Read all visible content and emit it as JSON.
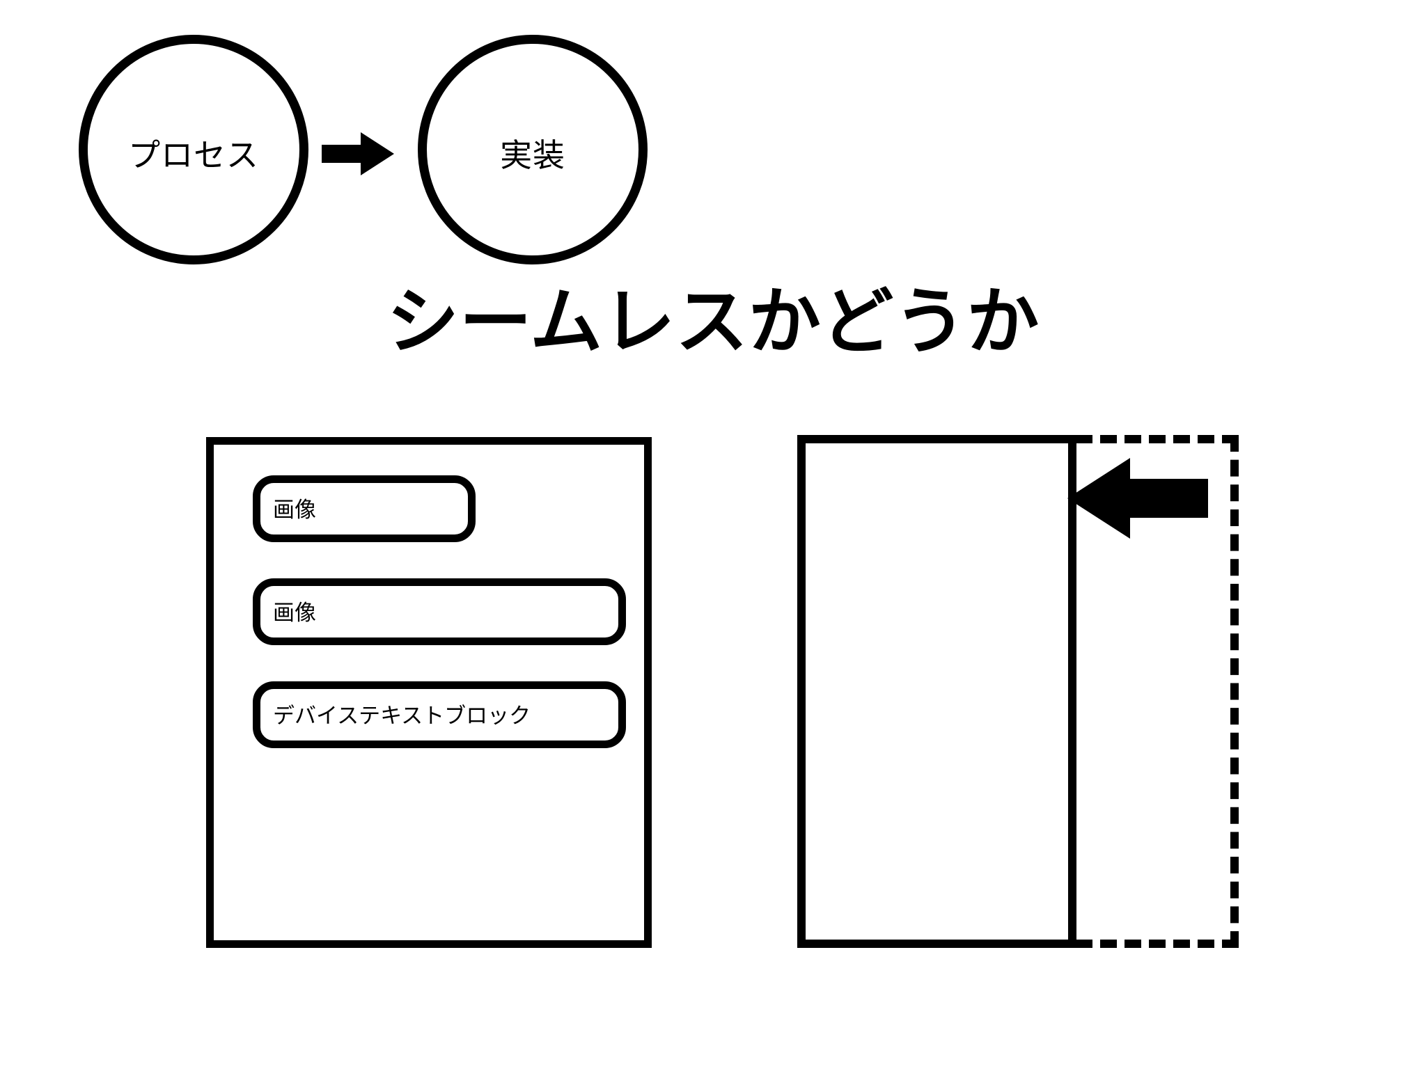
{
  "slide": {
    "background_color": "#ffffff",
    "ink_color": "#000000",
    "headline": "シームレスかどうか"
  },
  "flow": {
    "from": {
      "label": "プロセス"
    },
    "to": {
      "label": "実装"
    },
    "connector": {
      "icon": "arrow-right-icon",
      "direction": "right"
    }
  },
  "left_device": {
    "blocks": [
      {
        "label": "画像"
      },
      {
        "label": "画像"
      },
      {
        "label": "デバイステキストブロック"
      }
    ]
  },
  "right_device": {
    "solid_frame": {
      "label": ""
    },
    "dashed_frame": {
      "label": ""
    },
    "callout": {
      "icon": "arrow-left-icon",
      "direction": "left"
    }
  }
}
